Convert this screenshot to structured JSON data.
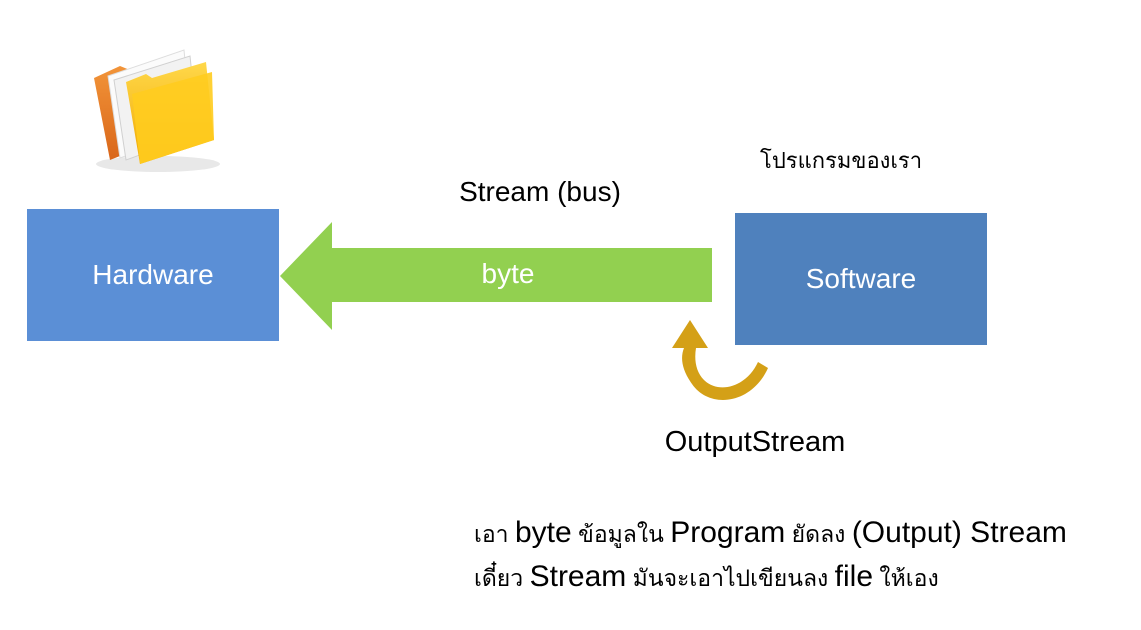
{
  "boxes": {
    "hardware": "Hardware",
    "software": "Software"
  },
  "arrow": {
    "label": "byte"
  },
  "stream_label": "Stream (bus)",
  "program_label": "โปรแกรมของเรา",
  "output_label": "OutputStream",
  "note": {
    "line1": {
      "t1": "เอา ",
      "k1": "byte",
      "t2": " ข้อมูลใน ",
      "k2": "Program",
      "t3": " ยัดลง ",
      "k3": "(Output) Stream"
    },
    "line2": {
      "t1": "เดี๋ยว ",
      "k1": "Stream",
      "t2": " มันจะเอาไปเขียนลง ",
      "k2": "file",
      "t3": " ให้เอง"
    }
  },
  "colors": {
    "hardware_box": "#5b8fd6",
    "software_box": "#4f81bd",
    "bus_arrow": "#92d050",
    "curved_arrow": "#d4a017",
    "folder": "#f5b800"
  },
  "icons": [
    "folder-icon",
    "curved-arrow-icon"
  ]
}
